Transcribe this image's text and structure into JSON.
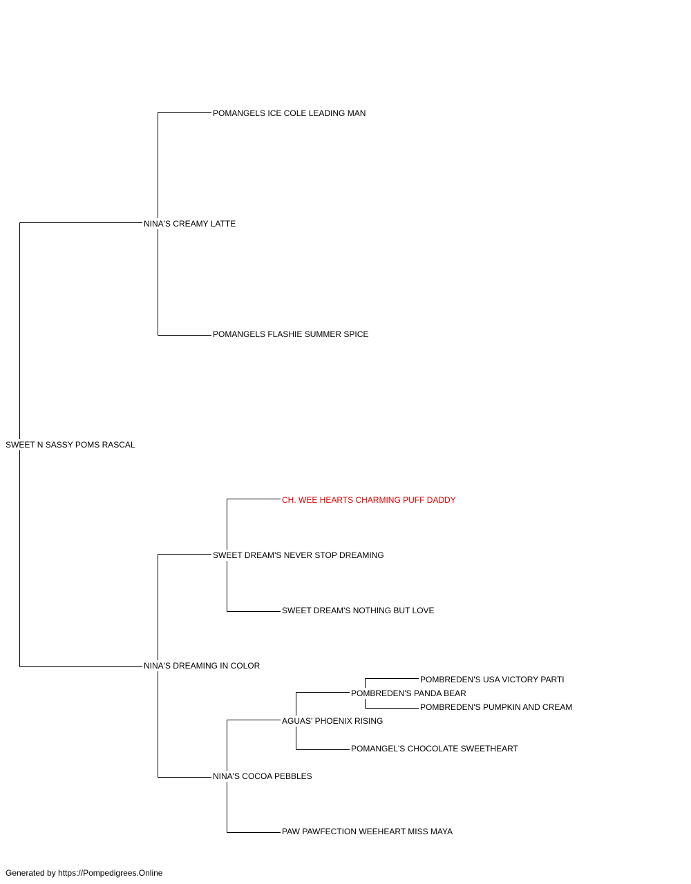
{
  "pedigree": {
    "subject": "SWEET N SASSY POMS RASCAL",
    "sire": {
      "name": "NINA'S CREAMY LATTE",
      "sire": {
        "name": "POMANGELS ICE COLE LEADING MAN"
      },
      "dam": {
        "name": "POMANGELS FLASHIE SUMMER SPICE"
      }
    },
    "dam": {
      "name": "NINA'S DREAMING IN COLOR",
      "sire": {
        "name": "SWEET DREAM'S NEVER STOP DREAMING",
        "sire": {
          "name": "CH. WEE HEARTS CHARMING PUFF DADDY",
          "champion": true
        },
        "dam": {
          "name": "SWEET DREAM'S NOTHING BUT LOVE"
        }
      },
      "dam": {
        "name": "NINA'S COCOA PEBBLES",
        "sire": {
          "name": "AGUAS' PHOENIX RISING",
          "sire": {
            "name": "POMBREDEN'S PANDA BEAR",
            "sire": {
              "name": "POMBREDEN'S USA VICTORY PARTI"
            },
            "dam": {
              "name": "POMBREDEN'S PUMPKIN AND CREAM"
            }
          },
          "dam": {
            "name": "POMANGEL'S CHOCOLATE SWEETHEART"
          }
        },
        "dam": {
          "name": "PAW PAWFECTION WEEHEART MISS MAYA"
        }
      }
    }
  },
  "colors": {
    "champion": "#e00000",
    "line": "#000000"
  },
  "footer": "Generated by https://Pompedigrees.Online"
}
